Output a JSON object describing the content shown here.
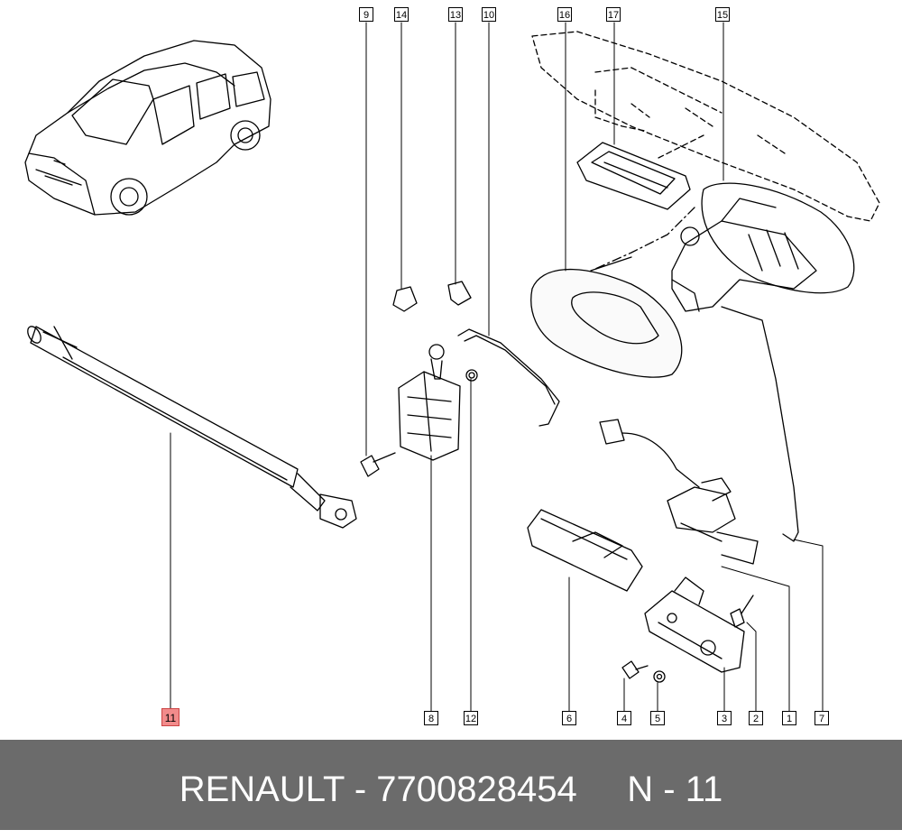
{
  "callouts": {
    "c9": "9",
    "c14": "14",
    "c13": "13",
    "c10": "10",
    "c16": "16",
    "c17": "17",
    "c15": "15",
    "c11": "11",
    "c8": "8",
    "c12": "12",
    "c6": "6",
    "c4": "4",
    "c5": "5",
    "c3": "3",
    "c2": "2",
    "c1": "1",
    "c7": "7"
  },
  "footer": {
    "text": "RENAULT - 7700828454     N - 11"
  },
  "colors": {
    "footer_bg": "#6b6b6b",
    "highlight": "#f28b8b"
  }
}
